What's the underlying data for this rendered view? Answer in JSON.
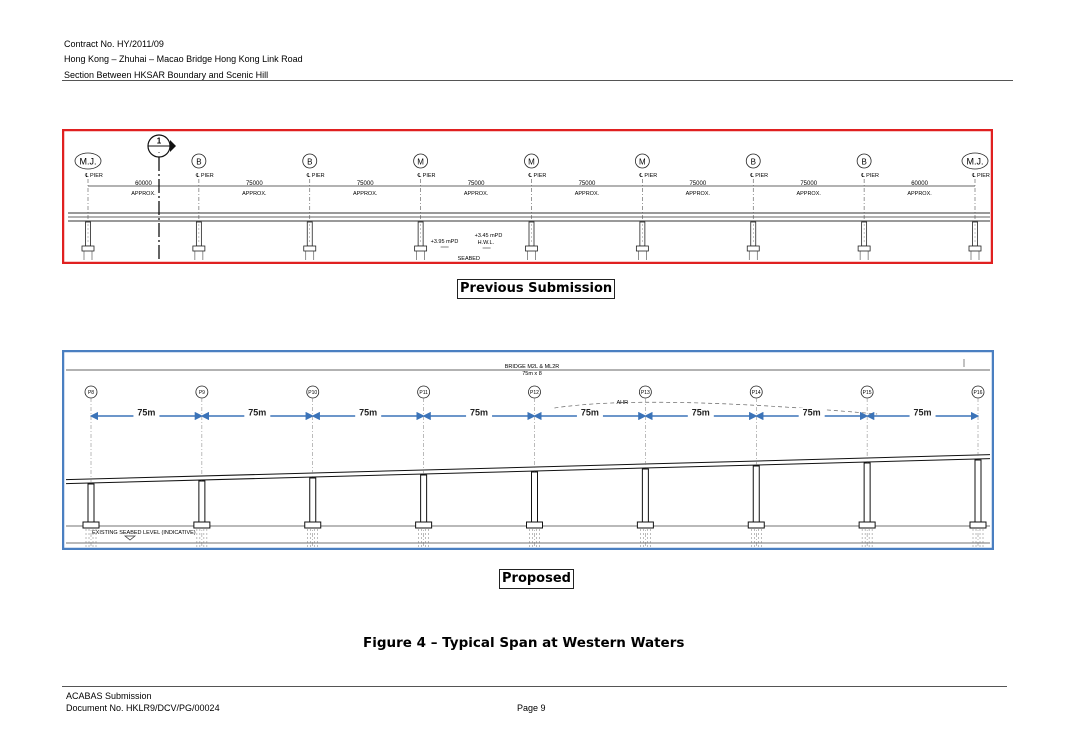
{
  "header": {
    "contract": "Contract No. HY/2011/09",
    "project": "Hong Kong – Zhuhai – Macao Bridge Hong Kong Link Road",
    "section": "Section Between HKSAR Boundary and Scenic Hill"
  },
  "previous": {
    "caption": "Previous Submission",
    "frame_color": "#e02020",
    "piers": [
      "M.J.",
      "B",
      "B",
      "M",
      "M",
      "M",
      "B",
      "B",
      "M.J."
    ],
    "pier_label": "℄ PIER",
    "spans": [
      "60000",
      "75000",
      "75000",
      "75000",
      "75000",
      "75000",
      "75000",
      "60000"
    ],
    "span_note": "APPROX.",
    "level_left": "+3.95 mPD",
    "level_right": "+3.45 mPD",
    "level_right_sub": "H.W.L.",
    "seabed": "SEABED",
    "section_mark": "1",
    "section_mark_sub": "-"
  },
  "proposed": {
    "caption": "Proposed",
    "frame_color": "#4a7fc1",
    "arrow_color": "#3b73b8",
    "top_label": "BRIDGE M2L & ML2R",
    "top_label_sub": "75m x 8",
    "piers": [
      "P8",
      "P9",
      "P10",
      "P11",
      "P12",
      "P13",
      "P14",
      "P15",
      "P16"
    ],
    "spans": [
      "75m",
      "75m",
      "75m",
      "75m",
      "75m",
      "75m",
      "75m",
      "75m"
    ],
    "ahr_label": "AHR",
    "seabed_label": "EXISTING SEABED LEVEL (INDICATIVE)"
  },
  "figure_title": "Figure 4 – Typical Span at Western Waters",
  "footer": {
    "line1": "ACABAS Submission",
    "line2": "Document No. HKLR9/DCV/PG/00024",
    "page": "Page 9"
  }
}
